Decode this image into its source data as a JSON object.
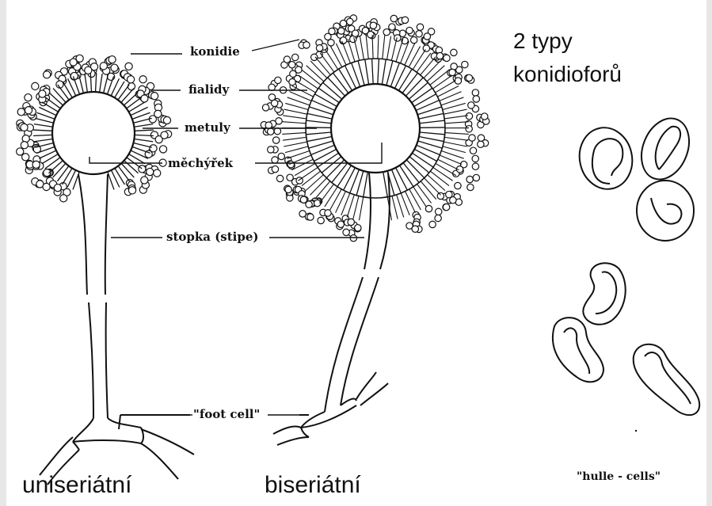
{
  "labels": {
    "konidie": "konidie",
    "fialidy": "fialidy",
    "metuly": "metuly",
    "mechyrek": "měchýřek",
    "stopka": "stopka (stipe)",
    "foot_cell": "\"foot cell\""
  },
  "heading": {
    "line1": "2 typy",
    "line2": "konidioforů"
  },
  "captions": {
    "left": "uniseriátní",
    "right": "biseriátní",
    "hulle": "\"hulle - cells\""
  }
}
